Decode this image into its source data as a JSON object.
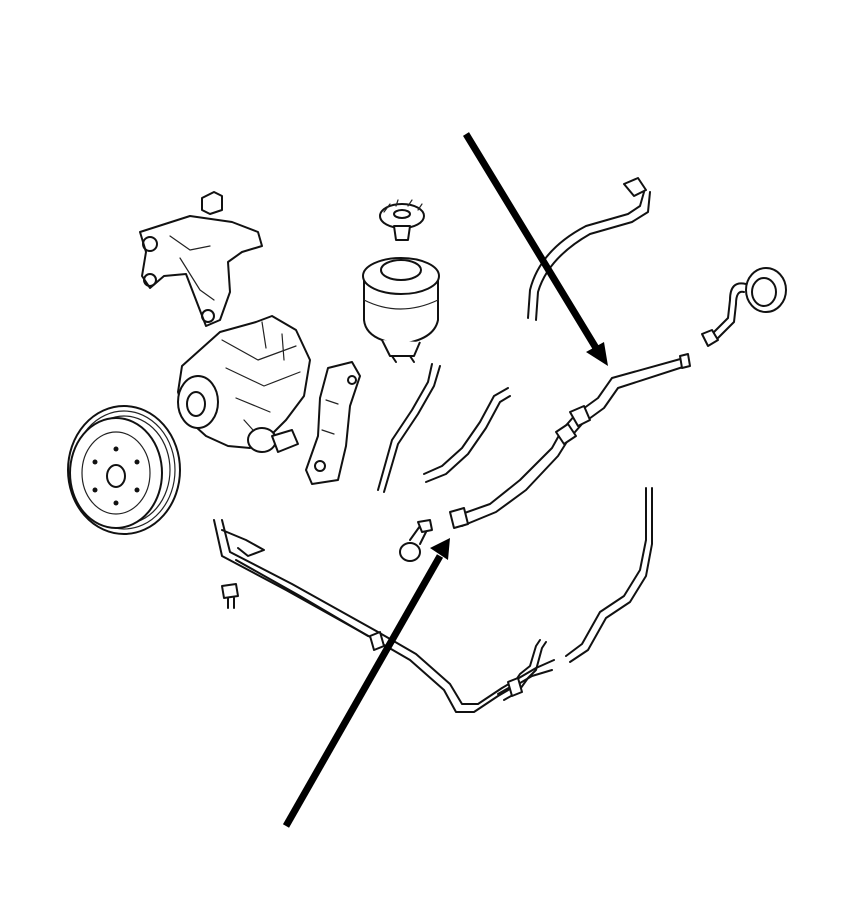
{
  "diagram": {
    "parts": [
      {
        "id": "pulley",
        "icon": "pulley-icon"
      },
      {
        "id": "pump",
        "icon": "pump-icon"
      },
      {
        "id": "bracket",
        "icon": "bracket-icon"
      },
      {
        "id": "reservoir",
        "icon": "reservoir-icon"
      },
      {
        "id": "reservoir-cap",
        "icon": "cap-icon"
      },
      {
        "id": "pressure-hose",
        "icon": "hose-icon"
      },
      {
        "id": "return-line",
        "icon": "pipe-icon"
      }
    ],
    "callout_arrows": 2,
    "line_color": "#111111",
    "background": "#ffffff"
  }
}
